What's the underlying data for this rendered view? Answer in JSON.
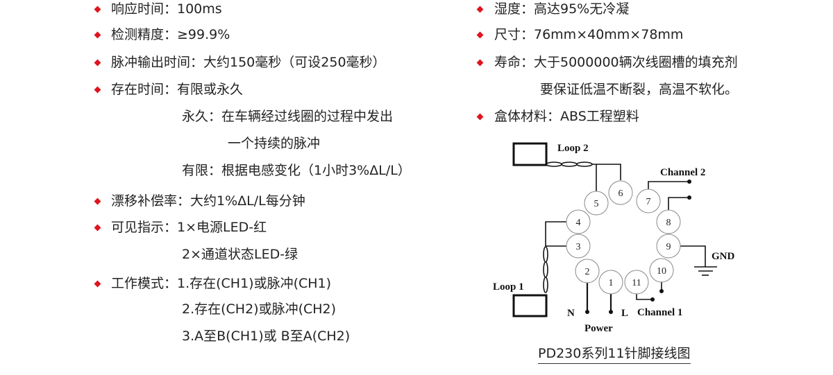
{
  "left_specs": [
    {
      "label": "响应时间：100ms"
    },
    {
      "label": "检测精度：≥99.9%"
    },
    {
      "label": "脉冲输出时间：大约150毫秒（可设250毫秒）"
    },
    {
      "label": "存在时间：有限或永久"
    },
    {
      "label": "永久：在车辆经过线圈的过程中发出"
    },
    {
      "label": "一个持续的脉冲"
    },
    {
      "label": "有限：根据电感变化（1小时3%ΔL/L）"
    },
    {
      "label": "漂移补偿率：大约1%ΔL/L每分钟"
    },
    {
      "label": "可见指示：1×电源LED-红"
    },
    {
      "label": "2×通道状态LED-绿"
    },
    {
      "label": "工作模式：1.存在(CH1)或脉冲(CH1)"
    },
    {
      "label": "2.存在(CH2)或脉冲(CH2)"
    },
    {
      "label": "3.A至B(CH1)或 B至A(CH2)"
    }
  ],
  "right_specs": [
    {
      "label": "湿度：高达95%无冷凝"
    },
    {
      "label": "尺寸：76mm×40mm×78mm"
    },
    {
      "label": "寿命：大于5000000辆次线圈槽的填充剂"
    },
    {
      "label": "要保证低温不断裂，高温不软化。"
    },
    {
      "label": "盒体材料：ABS工程塑料"
    }
  ],
  "diagram": {
    "loop2": "Loop 2",
    "loop1": "Loop 1",
    "channel2": "Channel 2",
    "channel1": "Channel 1",
    "gnd": "GND",
    "n": "N",
    "l": "L",
    "power": "Power",
    "pins": [
      "1",
      "2",
      "3",
      "4",
      "5",
      "6",
      "7",
      "8",
      "9",
      "10",
      "11"
    ],
    "caption": "PD230系列11针脚接线图"
  },
  "colors": {
    "bullet": "#e0141e"
  }
}
